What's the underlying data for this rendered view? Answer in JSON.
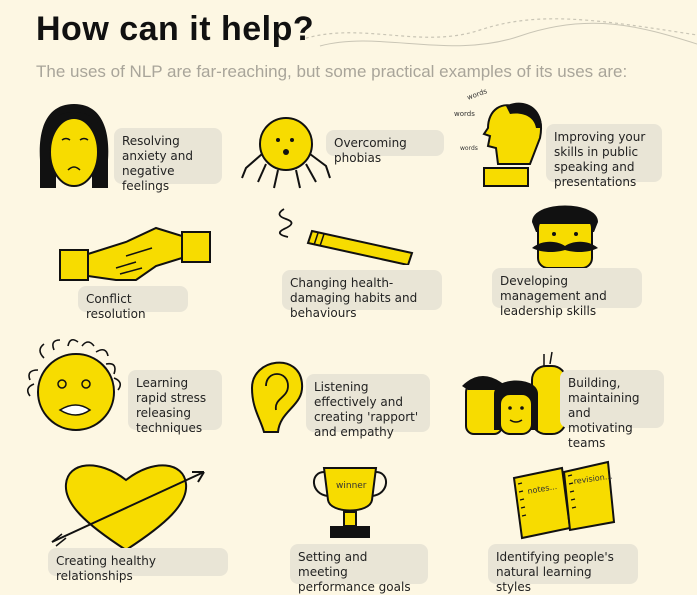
{
  "title": "How can it help?",
  "subtitle": "The uses of NLP are far-reaching, but some practical examples of its uses are:",
  "colors": {
    "background": "#fdf7e3",
    "accent_yellow": "#f7dc00",
    "label_bg": "#e9e5d6",
    "subtitle": "#a9a59a"
  },
  "items": [
    {
      "label": "Resolving anxiety and negative feelings",
      "icon": "worried-woman-icon"
    },
    {
      "label": "Overcoming phobias",
      "icon": "spider-icon"
    },
    {
      "label": "Improving your skills in public speaking and presentations",
      "icon": "speaking-man-icon"
    },
    {
      "label": "Conflict resolution",
      "icon": "handshake-icon"
    },
    {
      "label": "Changing health-damaging habits and behaviours",
      "icon": "cigarette-icon"
    },
    {
      "label": "Developing management and leadership skills",
      "icon": "mustache-man-icon"
    },
    {
      "label": "Learning rapid stress releasing techniques",
      "icon": "stressed-face-icon"
    },
    {
      "label": "Listening effectively and creating 'rapport' and empathy",
      "icon": "ear-icon"
    },
    {
      "label": "Building, maintaining and motivating teams",
      "icon": "team-icon"
    },
    {
      "label": "Creating healthy relationships",
      "icon": "heart-arrow-icon"
    },
    {
      "label": "Setting and meeting performance goals",
      "icon": "trophy-icon"
    },
    {
      "label": "Identifying people's natural learning styles",
      "icon": "notebooks-icon"
    }
  ],
  "art_text": {
    "words": "words",
    "winner": "winner",
    "notes": "notes...",
    "revision": "revision..."
  }
}
